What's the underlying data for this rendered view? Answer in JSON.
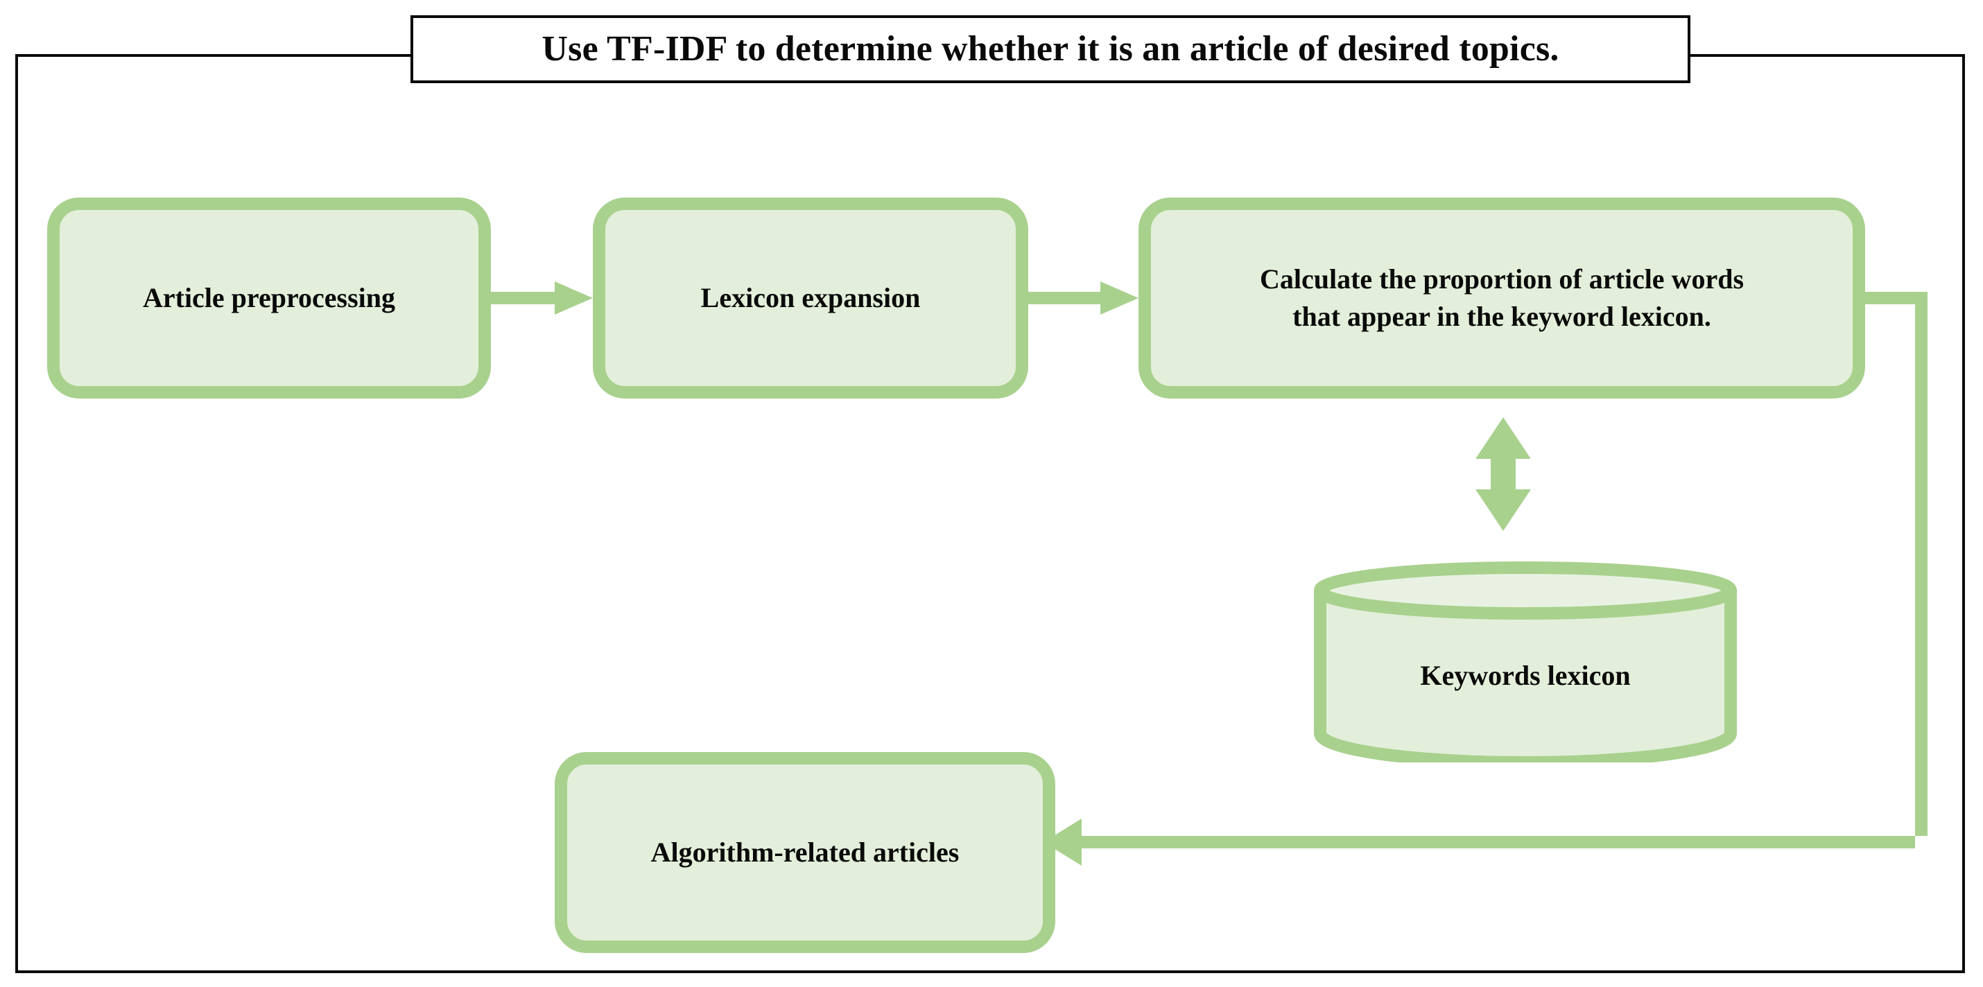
{
  "diagram": {
    "title": "Use TF-IDF to determine whether it is an article of desired topics.",
    "colors": {
      "node_border": "#A9D18E",
      "node_fill": "#E3EFDA",
      "connector": "#A9D18E",
      "frame": "#0A0A0A",
      "text": "#0A0A0A",
      "background": "#FFFFFF"
    },
    "nodes": [
      {
        "id": "article-preprocessing",
        "shape": "rounded-rectangle",
        "label": "Article preprocessing"
      },
      {
        "id": "lexicon-expansion",
        "shape": "rounded-rectangle",
        "label": "Lexicon expansion"
      },
      {
        "id": "calculate-proportion",
        "shape": "rounded-rectangle",
        "label_line1": "Calculate the proportion of article words",
        "label_line2": "that appear in the keyword lexicon."
      },
      {
        "id": "keywords-lexicon",
        "shape": "cylinder",
        "label": "Keywords lexicon"
      },
      {
        "id": "algorithm-related-articles",
        "shape": "rounded-rectangle",
        "label": "Algorithm-related articles"
      }
    ],
    "edges": [
      {
        "id": "preprocess-to-lexicon",
        "from": "article-preprocessing",
        "to": "lexicon-expansion",
        "style": "single-arrow",
        "direction": "right"
      },
      {
        "id": "lexicon-to-calculate",
        "from": "lexicon-expansion",
        "to": "calculate-proportion",
        "style": "single-arrow",
        "direction": "right"
      },
      {
        "id": "calculate-to-keywords",
        "from": "calculate-proportion",
        "to": "keywords-lexicon",
        "style": "double-arrow",
        "direction": "vertical"
      },
      {
        "id": "calculate-to-articles",
        "from": "calculate-proportion",
        "to": "algorithm-related-articles",
        "style": "single-arrow",
        "direction": "elbow-left"
      }
    ]
  }
}
